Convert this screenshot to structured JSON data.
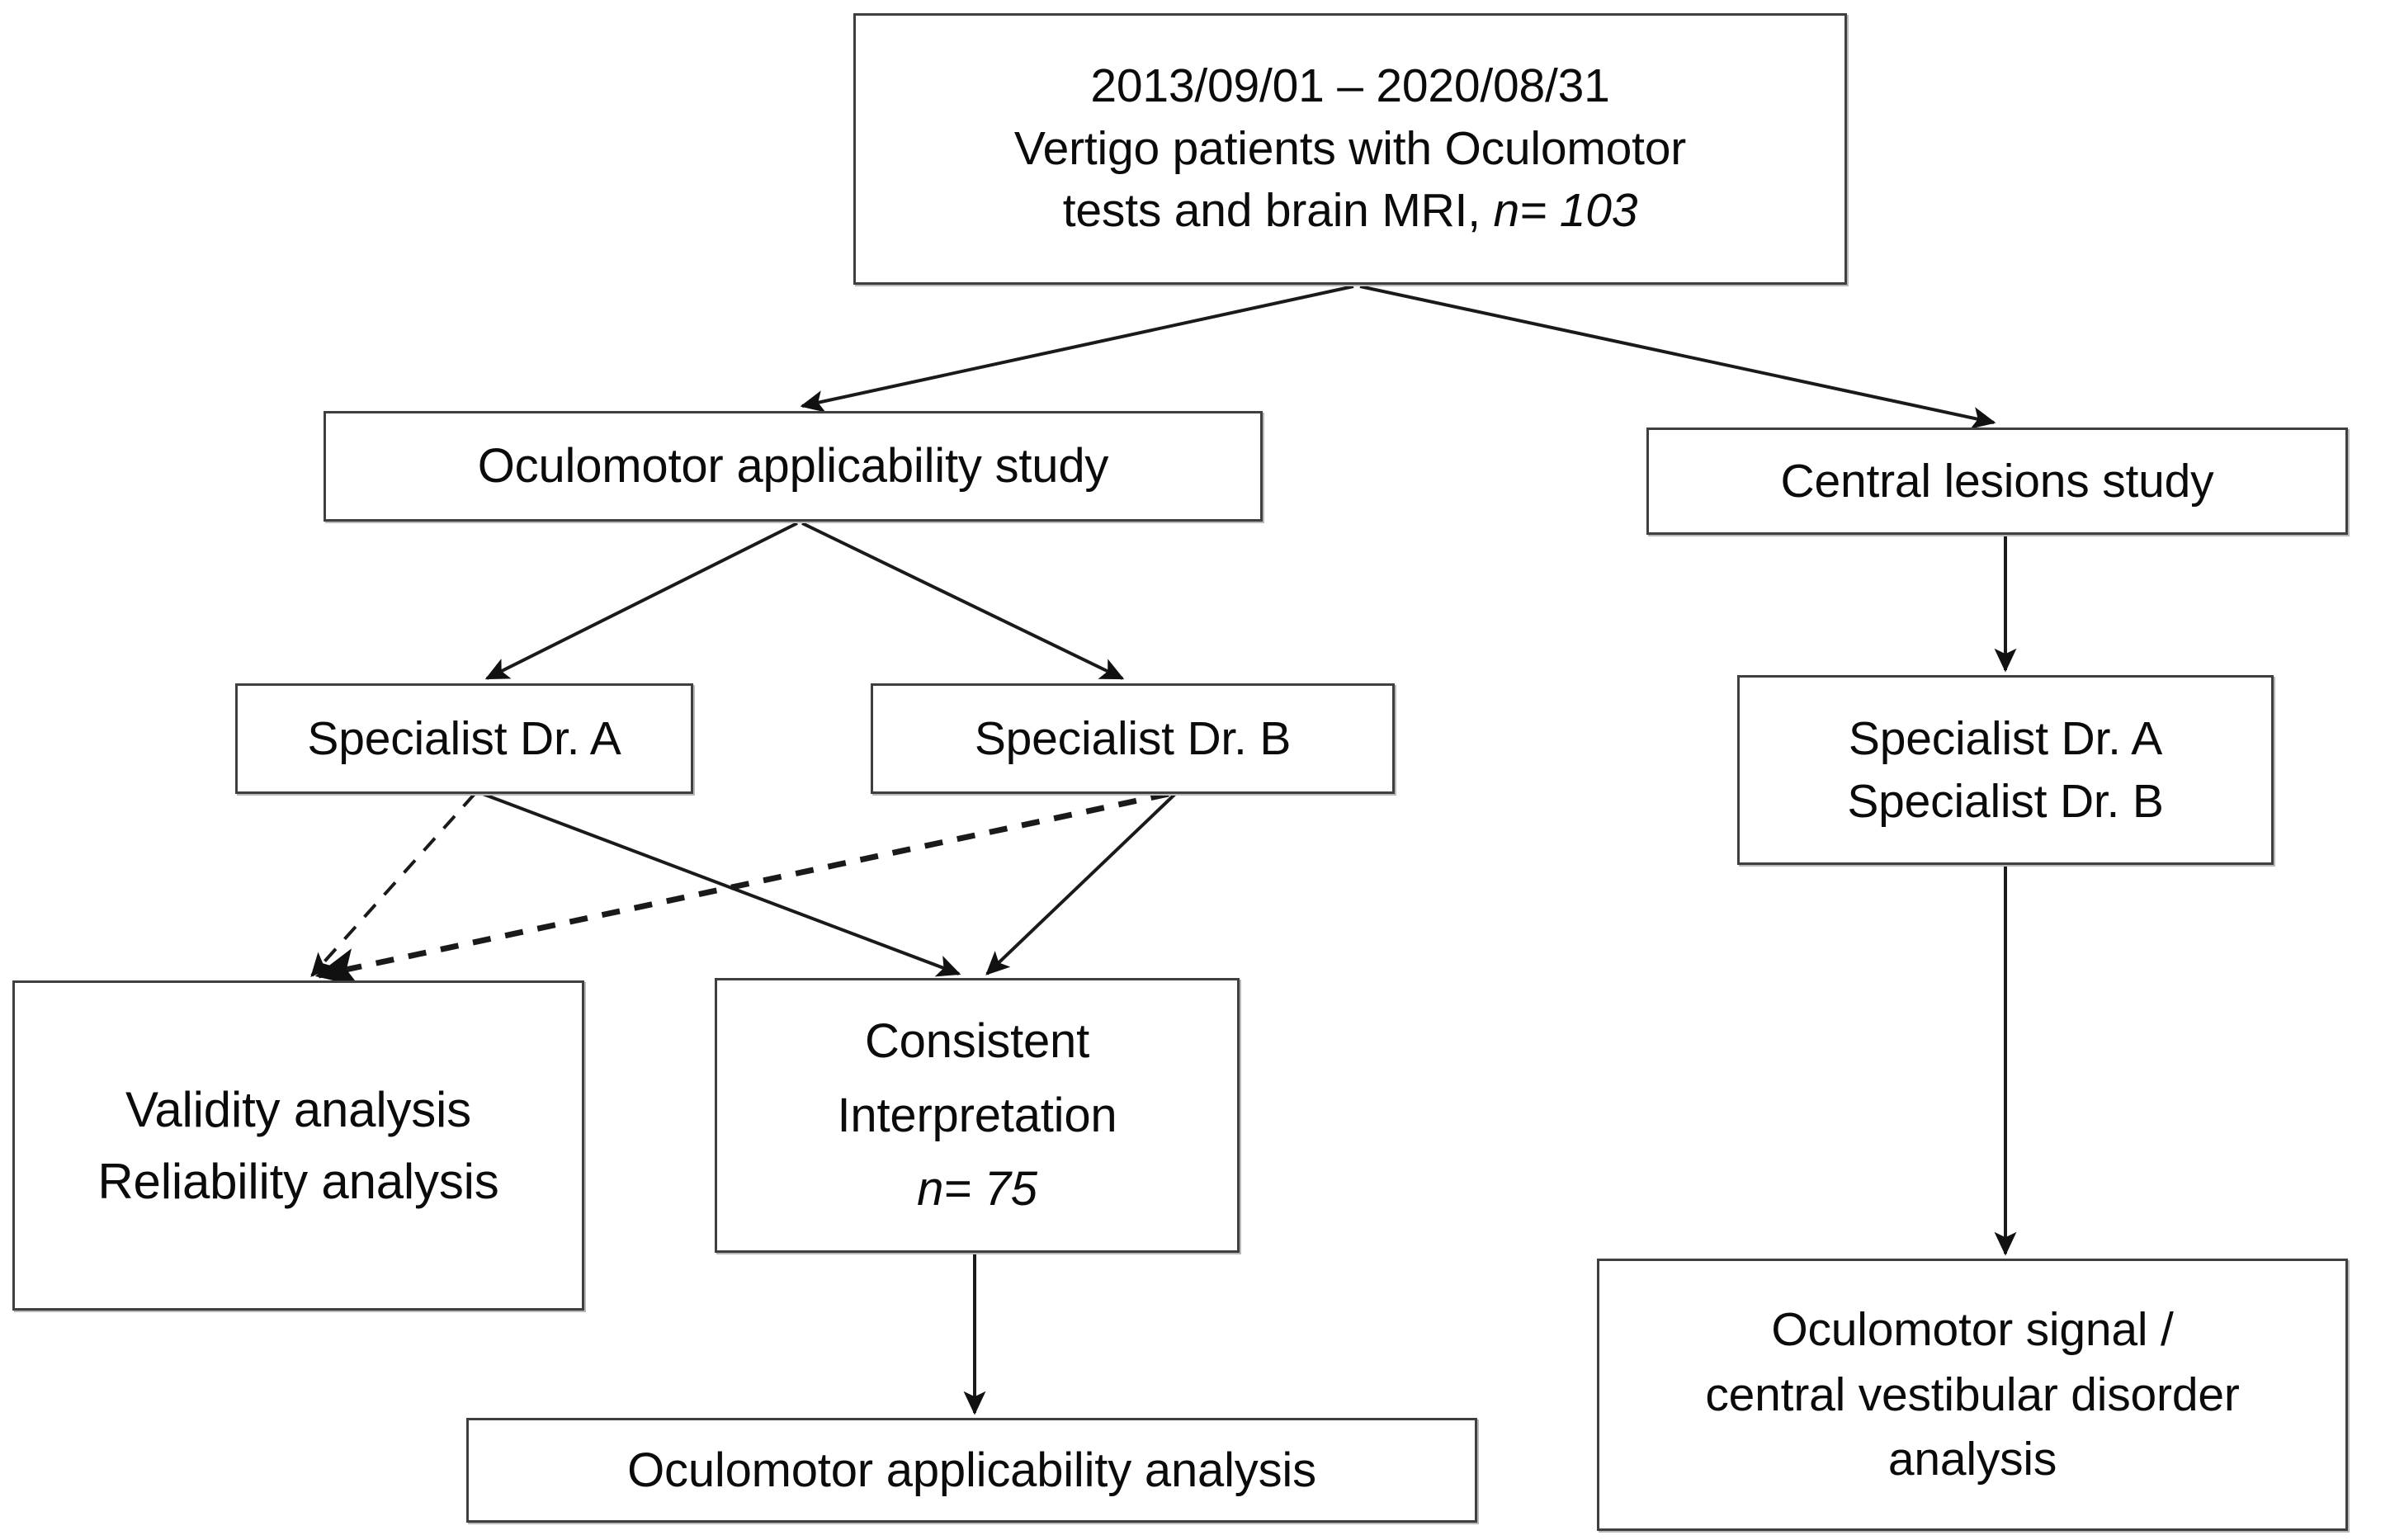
{
  "figure": {
    "type": "flowchart",
    "orientation": "top-down",
    "background_color": "#ffffff",
    "box_border_color": "#3f3f3f",
    "text_color": "#0b0b0b",
    "line_color": "#1a1a1a"
  },
  "nodes": {
    "cohort": {
      "id": "cohort",
      "line1": "2013/09/01 – 2020/08/31",
      "line2": "Vertigo patients with Oculomotor",
      "line3_plain": "tests and brain MRI, ",
      "line3_italic": "n= 103",
      "n_value": "103"
    },
    "oculomotor_study": {
      "id": "oculomotor-applicability-study",
      "label": "Oculomotor  applicability study"
    },
    "central_study": {
      "id": "central-lesions-study",
      "label": "Central lesions study"
    },
    "specialist_a_left": {
      "id": "specialist-dr-a-left",
      "label": "Specialist Dr. A"
    },
    "specialist_b_left": {
      "id": "specialist-dr-b-left",
      "label": "Specialist Dr. B"
    },
    "specialists_right": {
      "id": "specialist-dr-a-and-b-right",
      "line1": "Specialist Dr. A",
      "line2": "Specialist Dr. B"
    },
    "validity": {
      "id": "validity-reliability-analysis",
      "line1": "Validity analysis",
      "line2": "Reliability analysis"
    },
    "consistent": {
      "id": "consistent-interpretation",
      "line1": "Consistent",
      "line2": "Interpretation",
      "line3_italic": "n= 75",
      "n_value": "75"
    },
    "oculomotor_analysis": {
      "id": "oculomotor-applicability-analysis",
      "label": "Oculomotor  applicability analysis"
    },
    "signal_analysis": {
      "id": "oculomotor-signal-central-vestibular-disorder-analysis",
      "line1": "Oculomotor signal /",
      "line2": "central vestibular disorder",
      "line3": "analysis"
    }
  },
  "edges": [
    {
      "id": "cohort-to-oculomotor-study",
      "from": "cohort",
      "to": "oculomotor_study",
      "style": "solid",
      "arrow": true
    },
    {
      "id": "cohort-to-central-study",
      "from": "cohort",
      "to": "central_study",
      "style": "solid",
      "arrow": true
    },
    {
      "id": "oculomotor-study-to-specialist-a",
      "from": "oculomotor_study",
      "to": "specialist_a_left",
      "style": "solid",
      "arrow": true
    },
    {
      "id": "oculomotor-study-to-specialist-b",
      "from": "oculomotor_study",
      "to": "specialist_b_left",
      "style": "solid",
      "arrow": true
    },
    {
      "id": "specialist-a-to-validity",
      "from": "specialist_a_left",
      "to": "validity",
      "style": "dashed",
      "arrow": true
    },
    {
      "id": "specialist-b-to-validity",
      "from": "specialist_b_left",
      "to": "validity",
      "style": "dashed",
      "arrow": true
    },
    {
      "id": "specialist-a-to-consistent",
      "from": "specialist_a_left",
      "to": "consistent",
      "style": "solid",
      "arrow": true
    },
    {
      "id": "specialist-b-to-consistent",
      "from": "specialist_b_left",
      "to": "consistent",
      "style": "solid",
      "arrow": true
    },
    {
      "id": "consistent-to-oculomotor-analysis",
      "from": "consistent",
      "to": "oculomotor_analysis",
      "style": "solid",
      "arrow": true
    },
    {
      "id": "central-study-to-specialists-right",
      "from": "central_study",
      "to": "specialists_right",
      "style": "solid",
      "arrow": true
    },
    {
      "id": "specialists-right-to-signal-analysis",
      "from": "specialists_right",
      "to": "signal_analysis",
      "style": "solid",
      "arrow": true
    }
  ]
}
